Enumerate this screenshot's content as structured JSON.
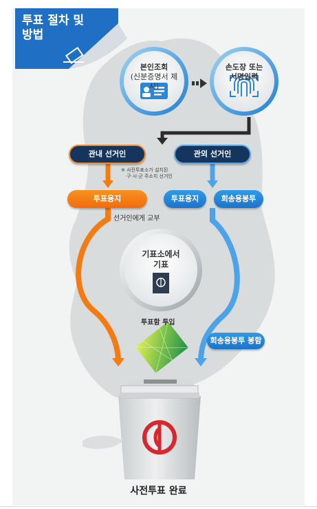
{
  "title": {
    "line1": "투표 절차 및",
    "line2": "방법"
  },
  "steps": {
    "identity_check": {
      "line1": "본인조회",
      "line2": "(신분증명서 제시)"
    },
    "signature": {
      "line1": "손도장 또는",
      "line2": "서명입력"
    },
    "in_district": "관내 선거인",
    "out_district": "관외 선거인",
    "note": {
      "line1": "※ 사전투표소가 설치된",
      "line2": "구·시·군 주소지 선거인"
    },
    "ballot_in": "투표용지",
    "ballot_out": "투표용지",
    "return_envelope": "회송용봉투",
    "handed_to_voter": "선거인에게 교부",
    "booth": {
      "line1": "기표소에서",
      "line2": "기표"
    },
    "cast_ballot": "투표함 투입",
    "seal_envelope": "회송용봉투 봉함",
    "complete": "사전투표 완료"
  },
  "colors": {
    "background": "#f2f3f3",
    "map": "#d9dcdc",
    "title_banner": "#1f6fc4",
    "orange": "#f47a12",
    "blue": "#3a98e6",
    "navy": "#16355e",
    "stamp_red": "#d8262e"
  },
  "icons": [
    "id-card-icon",
    "fingerprint-icon",
    "arrow-right-icon",
    "ballot-stamp-icon",
    "ballot-paper-icon",
    "ballot-box-icon"
  ]
}
